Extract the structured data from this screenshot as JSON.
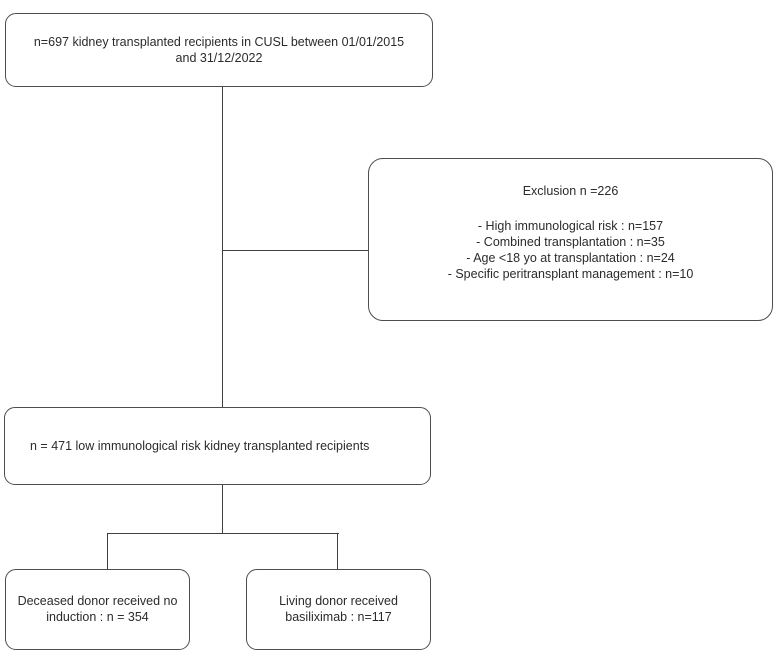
{
  "diagram": {
    "type": "patient-flowchart",
    "boxes": {
      "top": {
        "lines": [
          "n=697 kidney transplanted recipients in CUSL between 01/01/2015",
          "and 31/12/2022"
        ]
      },
      "exclusion": {
        "title": "Exclusion n =226",
        "items": [
          "- High immunological risk : n=157",
          "- Combined transplantation : n=35",
          "- Age <18 yo  at transplantation : n=24",
          "- Specific peritransplant management  : n=10"
        ]
      },
      "middle": {
        "text": "n = 471 low immunological risk kidney transplanted recipients"
      },
      "bottom_left": {
        "lines": [
          "Deceased donor received no",
          "induction : n = 354"
        ]
      },
      "bottom_right": {
        "lines": [
          "Living donor received",
          "basiliximab : n=117"
        ]
      }
    },
    "counts": {
      "total": 697,
      "excluded": 226,
      "high_immunological_risk": 157,
      "combined_transplantation": 35,
      "age_under_18": 24,
      "specific_peritransplant_management": 10,
      "low_risk_included": 471,
      "deceased_donor_no_induction": 354,
      "living_donor_basiliximab": 117
    }
  },
  "colors": {
    "bg": "#ffffff",
    "border": "#4d4d4d",
    "line": "#3f3f3f",
    "text": "#2b2b2b"
  }
}
